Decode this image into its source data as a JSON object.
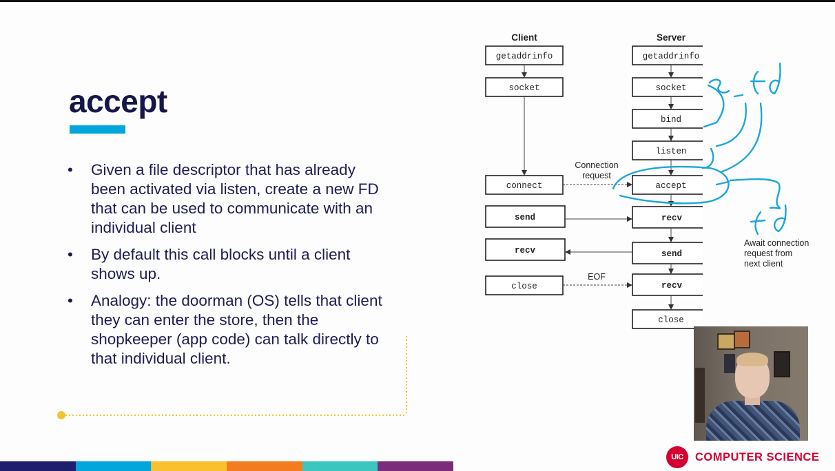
{
  "slide": {
    "title": "accept",
    "bullets": [
      "Given a file descriptor that has already been activated via listen, create a new FD that can be used to communicate with an individual client",
      "By default this call blocks until a client shows up.",
      "Analogy: the doorman (OS) tells that client they can enter the store, then the shopkeeper (app code) can talk directly to that individual client."
    ]
  },
  "diagram": {
    "client_header": "Client",
    "server_header": "Server",
    "client_boxes": [
      "getaddrinfo",
      "socket",
      "connect",
      "send",
      "recv",
      "close"
    ],
    "server_boxes": [
      "getaddrinfo",
      "socket",
      "bind",
      "listen",
      "accept",
      "recv",
      "send",
      "recv",
      "close"
    ],
    "connection_note": [
      "Connection",
      "request"
    ],
    "eof_note": "EOF",
    "await_note": [
      "Await connection",
      "request from",
      "next client"
    ]
  },
  "annotations": {
    "handwriting_1": "s_fd",
    "handwriting_2": "fd",
    "ink_color": "#1aa7d6"
  },
  "branding": {
    "logo_mark": "UIC",
    "logo_text": "COMPUTER SCIENCE",
    "brand_color": "#d50032",
    "strip_colors": [
      "#1e1d6e",
      "#00a6dc",
      "#fbc02d",
      "#f47c20",
      "#3cc6c0",
      "#7b2d7b"
    ]
  }
}
